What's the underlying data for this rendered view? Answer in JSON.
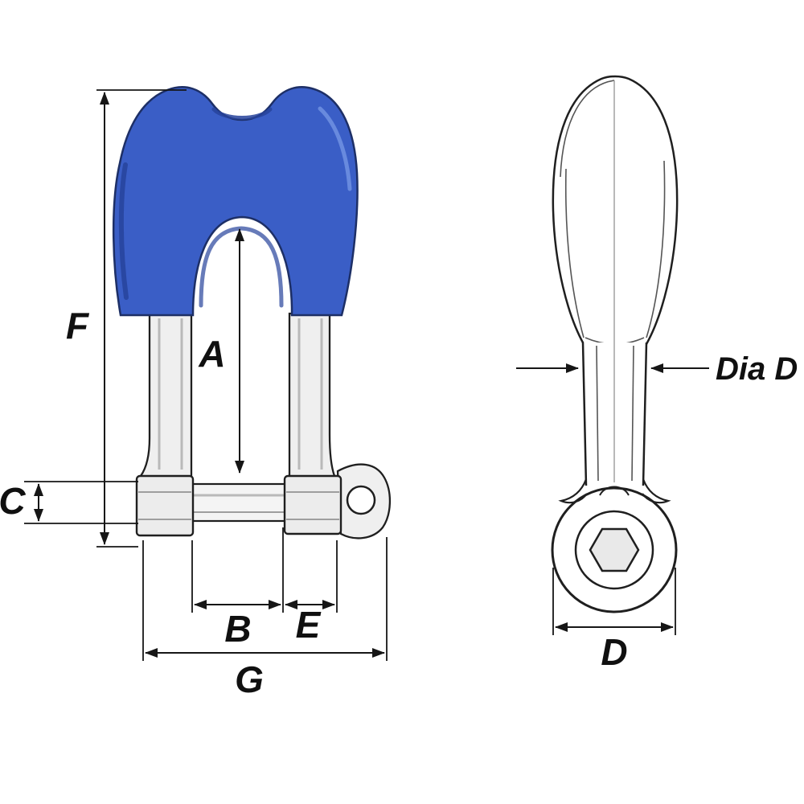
{
  "labels": {
    "front": {
      "f": "F",
      "a": "A",
      "c": "C",
      "b": "B",
      "e": "E",
      "g": "G"
    },
    "side": {
      "dia_d": "Dia D",
      "d": "D"
    }
  },
  "colors": {
    "background": "#ffffff",
    "line": "#161616",
    "thimble_blue": "#3a5ec6",
    "thimble_blue_dark": "#27439b",
    "thimble_highlight": "#6e8fe0"
  }
}
